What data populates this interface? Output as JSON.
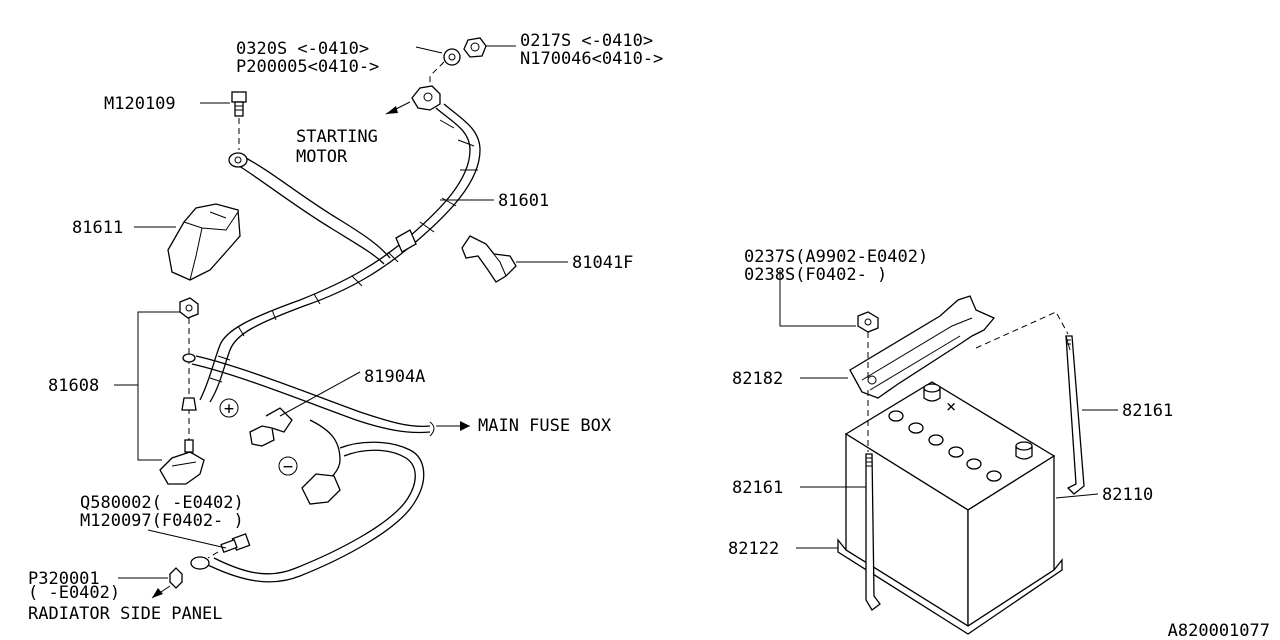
{
  "labels": {
    "p0320s": "0320S  <-0410>",
    "p200005": "P200005<0410->",
    "p0217s": "0217S  <-0410>",
    "n170046": "N170046<0410->",
    "m120109": "M120109",
    "starting1": "STARTING",
    "starting2": "MOTOR",
    "p81601": "81601",
    "p81611": "81611",
    "p81041f": "81041F",
    "p81608": "81608",
    "p81904a": "81904A",
    "mainfuse": "MAIN FUSE BOX",
    "q580002": "Q580002(  -E0402)",
    "m120097": "M120097(F0402-  )",
    "p320001a": "P320001",
    "p320001b": "(  -E0402)",
    "radiator": "RADIATOR SIDE PANEL",
    "p0237s": "0237S(A9902-E0402)",
    "p0238s": "0238S(F0402-  )",
    "p82182": "82182",
    "p82161a": "82161",
    "p82161b": "82161",
    "p82110": "82110",
    "p82122": "82122",
    "diagramId": "A820001077",
    "plus": "+",
    "minus": "−",
    "x": "×"
  }
}
